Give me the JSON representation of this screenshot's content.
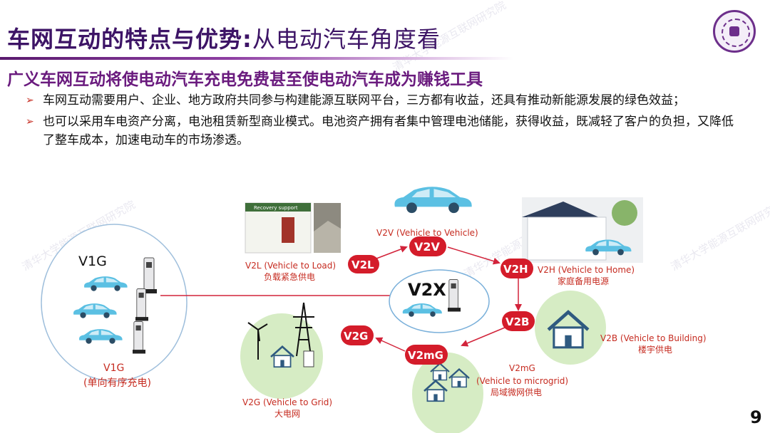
{
  "slide": {
    "title_bold": "车网互动的特点与优势:",
    "title_rest": "从电动汽车角度看",
    "subtitle": "广义车网互动将使电动汽车充电免费甚至使电动汽车成为赚钱工具",
    "bullets": [
      "车网互动需要用户、企业、地方政府共同参与构建能源互联网平台，三方都有收益，还具有推动新能源发展的绿色效益；",
      "也可以采用车电资产分离，电池租赁新型商业模式。电池资产拥有者集中管理电池储能，获得收益，既减轻了客户的负担，又降低了整车成本，加速电动车的市场渗透。"
    ],
    "page_number": "9",
    "watermark": "清华大学能源互联网研究院"
  },
  "diagram": {
    "v1g": {
      "title": "V1G",
      "label": "V1G",
      "sublabel": "(单向有序充电)"
    },
    "v2x": {
      "title": "V2X"
    },
    "photo_caption": "Recovery support",
    "nodes": {
      "v2l": {
        "badge": "V2L",
        "label": "V2L (Vehicle to Load)",
        "sublabel": "负载紧急供电"
      },
      "v2v": {
        "badge": "V2V",
        "label": "V2V (Vehicle to Vehicle)"
      },
      "v2h": {
        "badge": "V2H",
        "label": "V2H (Vehicle to Home)",
        "sublabel": "家庭备用电源"
      },
      "v2b": {
        "badge": "V2B",
        "label": "V2B (Vehicle to Building)",
        "sublabel": "楼宇供电"
      },
      "v2mg": {
        "badge": "V2mG",
        "label": "V2mG",
        "label2": "(Vehicle to microgrid)",
        "sublabel": "局域微网供电"
      },
      "v2g": {
        "badge": "V2G",
        "label": "V2G (Vehicle to Grid)",
        "sublabel": "大电网"
      }
    },
    "colors": {
      "badge": "#d41c2a",
      "arrow": "#d2233a",
      "car": "#5bc0e3",
      "circle_fill": "#d6ecc4"
    }
  }
}
